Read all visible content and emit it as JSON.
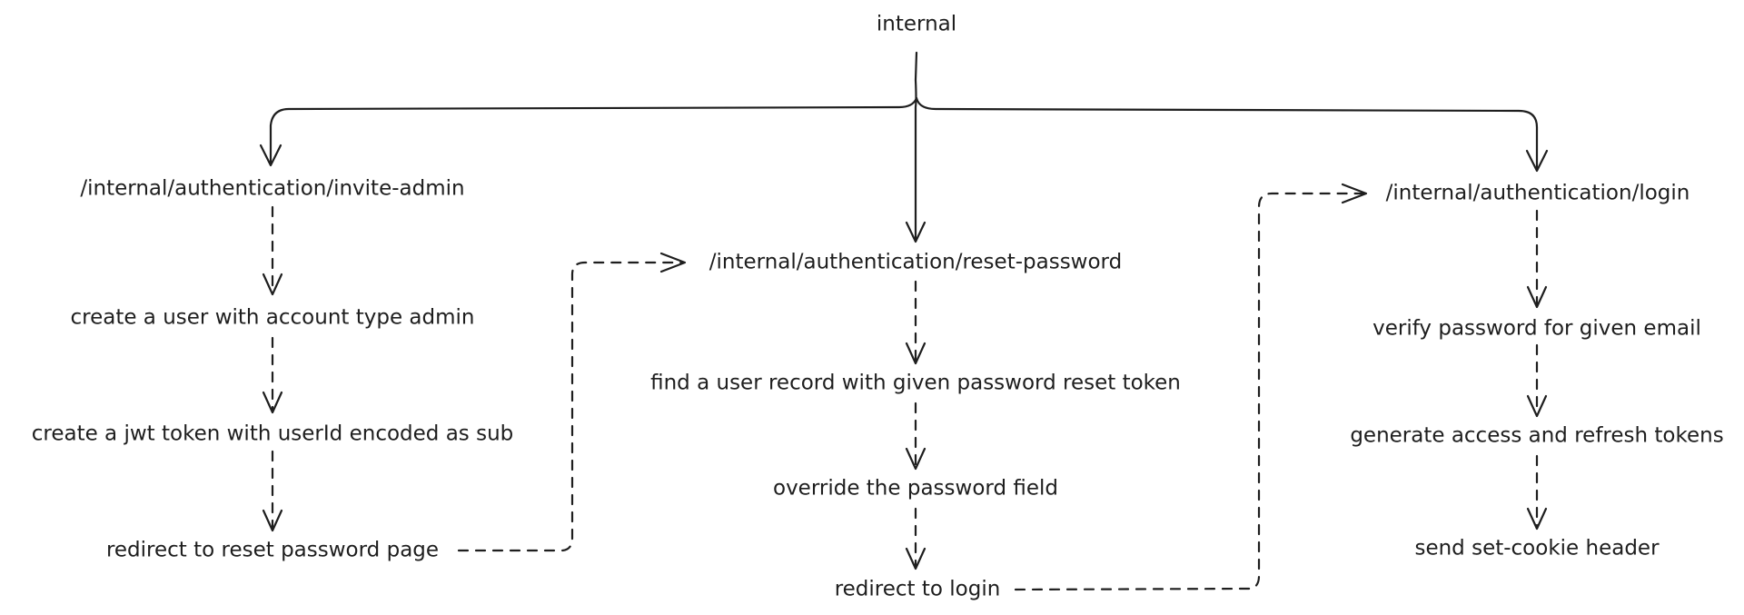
{
  "diagram": {
    "root": "internal",
    "branches": {
      "invite_admin": {
        "endpoint": "/internal/authentication/invite-admin",
        "steps": [
          "create a user with account type admin",
          "create a jwt token with userId encoded as sub",
          "redirect to reset password page"
        ]
      },
      "reset_password": {
        "endpoint": "/internal/authentication/reset-password",
        "steps": [
          "find a user record with given password reset token",
          "override the password field",
          "redirect to login"
        ]
      },
      "login": {
        "endpoint": "/internal/authentication/login",
        "steps": [
          "verify password for given email",
          "generate access and refresh tokens",
          "send set-cookie header"
        ]
      }
    },
    "colors": {
      "stroke": "#1e1e1e",
      "background": "#ffffff"
    }
  }
}
